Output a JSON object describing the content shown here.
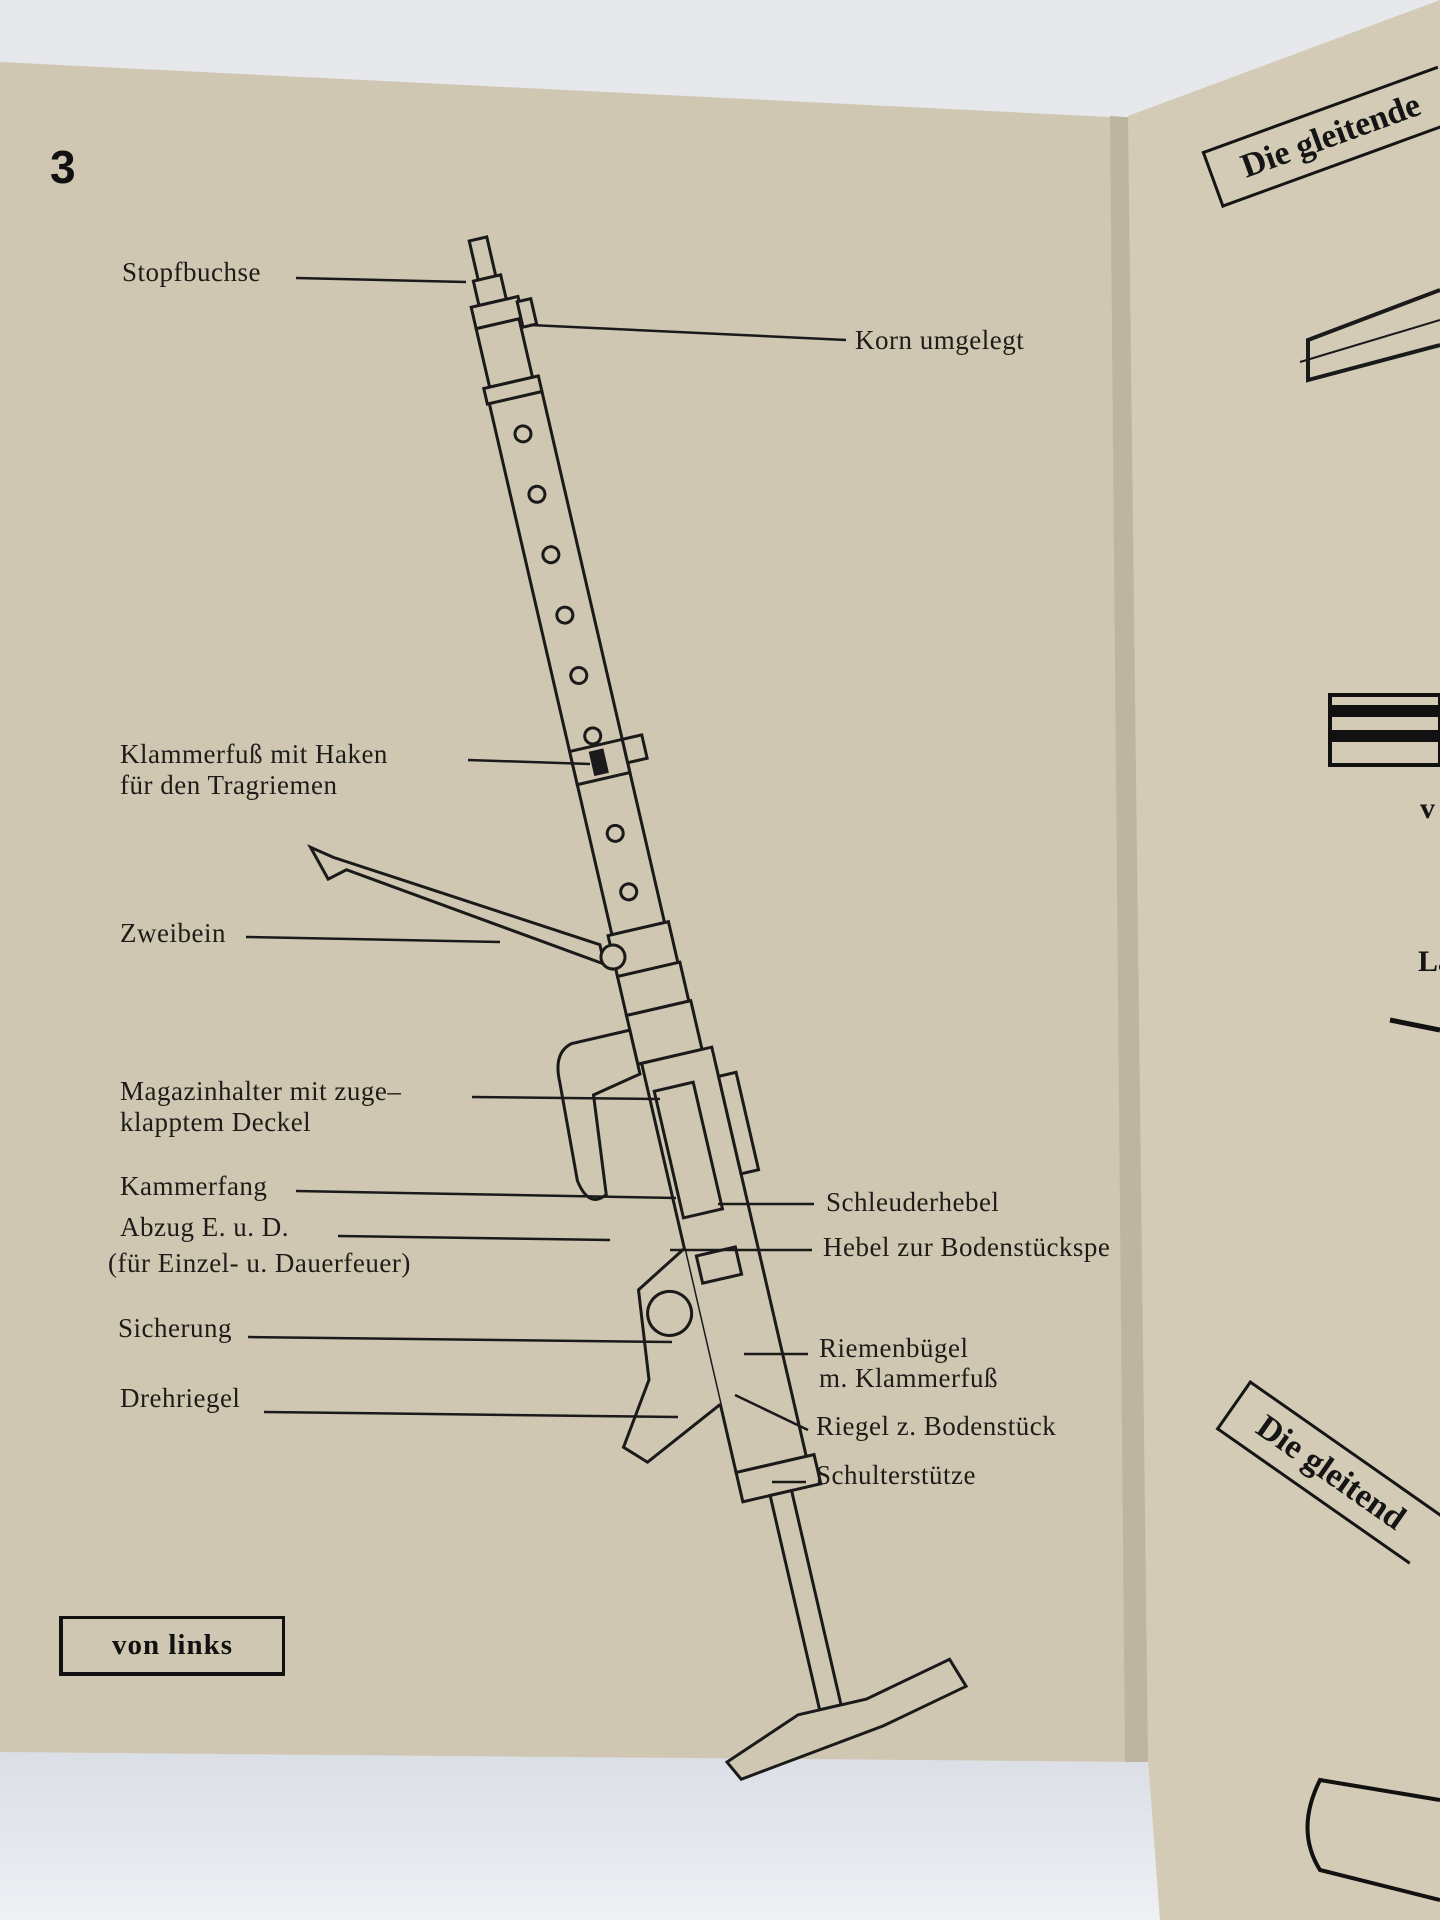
{
  "page_number": "3",
  "view_label": "von links",
  "labels_left": {
    "stopfbuchse": "Stopfbuchse",
    "klammerfuss_1": "Klammerfuß mit Haken",
    "klammerfuss_2": "für den Tragriemen",
    "zweibein": "Zweibein",
    "magazinhalter_1": "Magazinhalter mit zuge–",
    "magazinhalter_2": "klapptem Deckel",
    "kammerfang": "Kammerfang",
    "abzug_1": "Abzug E. u. D.",
    "abzug_2": "(für Einzel- u. Dauerfeuer)",
    "sicherung": "Sicherung",
    "drehriegel": "Drehriegel"
  },
  "labels_right": {
    "korn": "Korn umgelegt",
    "schleuderhebel": "Schleuderhebel",
    "hebel": "Hebel zur Bodenstückspe",
    "riemenbuegel_1": "Riemenbügel",
    "riemenbuegel_2": "m. Klammerfuß",
    "riegel": "Riegel z. Bodenstück",
    "schulterstuetze": "Schulterstütze"
  },
  "facing_page": {
    "heading_top": "Die gleitende",
    "fragment_v": "v",
    "fragment_la": "La",
    "heading_bottom": "Die gleitend"
  }
}
